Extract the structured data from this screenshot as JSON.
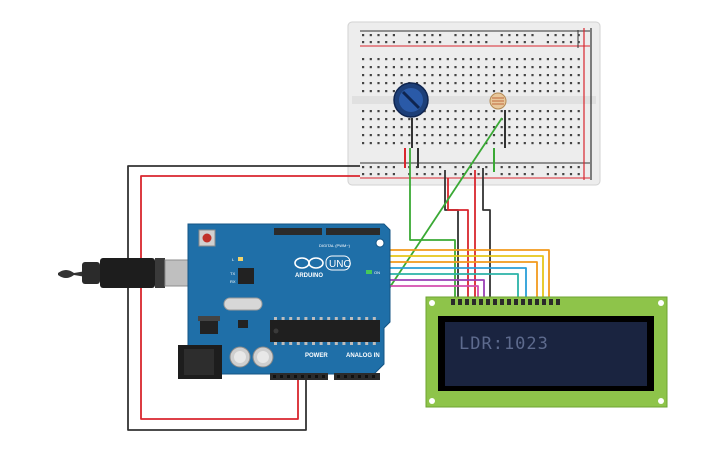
{
  "lcd": {
    "text": "LDR:1023"
  },
  "arduino": {
    "brand": "ARDUINO",
    "model": "UNO",
    "header_digital": "DIGITAL (PWM~)",
    "header_power": "POWER",
    "header_analog": "ANALOG IN",
    "led_on": "ON",
    "led_l": "L",
    "led_tx": "TX",
    "led_rx": "RX"
  },
  "colors": {
    "board": "#1f6fa8",
    "lcd_pcb": "#8ec44a",
    "lcd_screen": "#1a2440",
    "breadboard": "#ededed",
    "wire_red": "#d9262e",
    "wire_black": "#333333",
    "wire_green": "#3aa935",
    "wire_orange": "#f29a1d",
    "wire_yellow": "#e6c619",
    "wire_blue": "#2a9fd8",
    "wire_purple": "#9b3fb5",
    "wire_pink": "#d44fae",
    "wire_teal": "#2bb3a8"
  }
}
